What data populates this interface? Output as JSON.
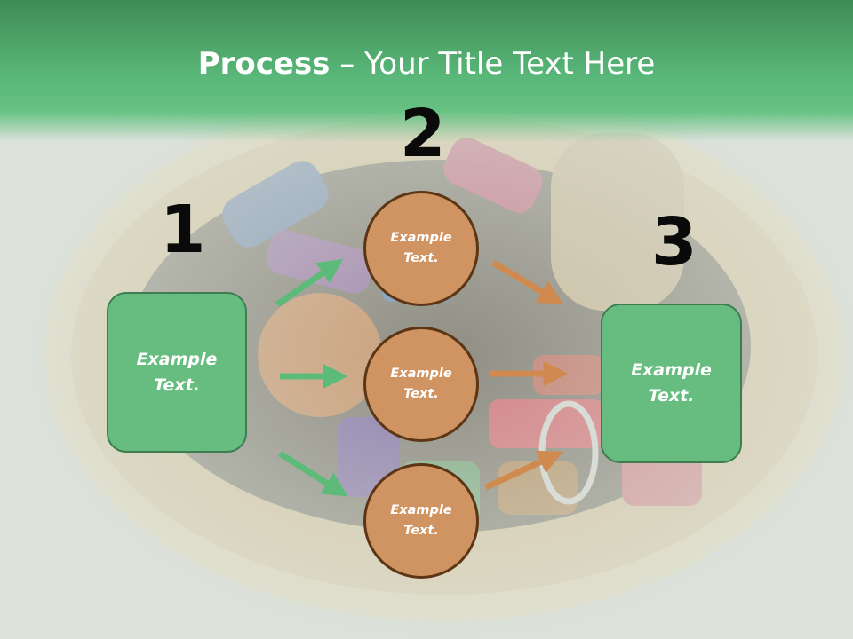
{
  "slide": {
    "title_bold": "Process",
    "title_rest": " – Your Title Text Here",
    "steps": [
      "1",
      "2",
      "3"
    ],
    "left_box": "Example\nText.",
    "circles": [
      "Example\nText.",
      "Example\nText.",
      "Example\nText."
    ],
    "right_box": "Example\nText."
  },
  "colors": {
    "header_green": "#5ab97a",
    "box_green": "#66bd7f",
    "circle_orange": "#cf9462",
    "arrow_green": "#5dbb7a",
    "arrow_orange": "#d0894f"
  }
}
